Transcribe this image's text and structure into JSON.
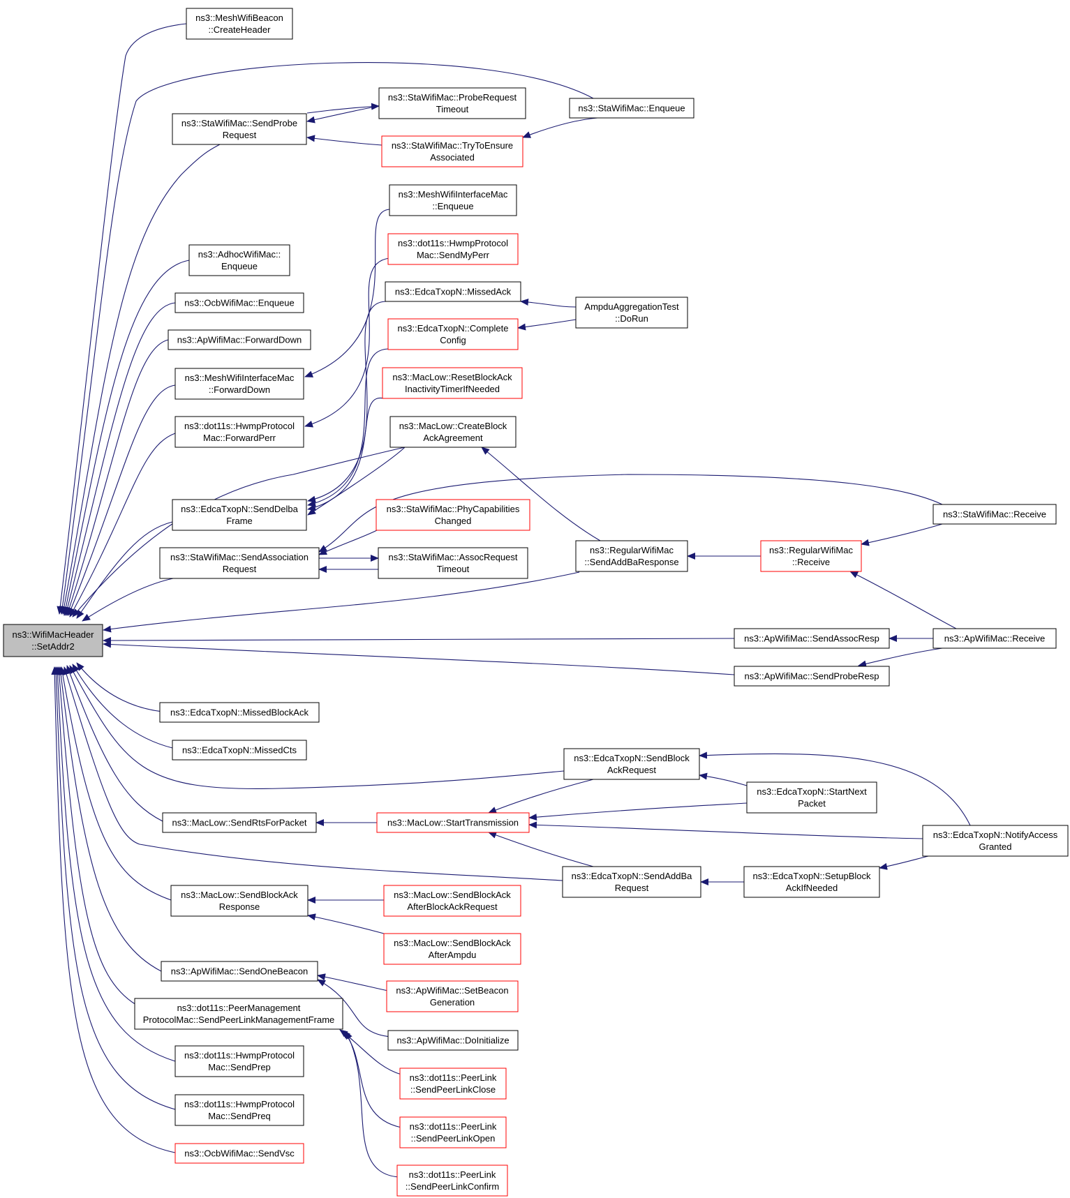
{
  "graph": {
    "title": "",
    "colors": {
      "edge": "#191970",
      "node_border": "#000000",
      "truncated_node_border": "#ff0000",
      "root_fill": "#bfbfbf",
      "background": "#ffffff"
    },
    "nodes": [
      {
        "id": "root",
        "lines": [
          "ns3::WifiMacHeader",
          "::SetAddr2"
        ],
        "style": "root"
      },
      {
        "id": "mesh_beacon_createheader",
        "lines": [
          "ns3::MeshWifiBeacon",
          "::CreateHeader"
        ],
        "style": "normal"
      },
      {
        "id": "sta_sendprobereq",
        "lines": [
          "ns3::StaWifiMac::SendProbe",
          "Request"
        ],
        "style": "normal"
      },
      {
        "id": "sta_probereqtimeout",
        "lines": [
          "ns3::StaWifiMac::ProbeRequest",
          "Timeout"
        ],
        "style": "normal"
      },
      {
        "id": "sta_trytoensure",
        "lines": [
          "ns3::StaWifiMac::TryToEnsure",
          "Associated"
        ],
        "style": "red"
      },
      {
        "id": "sta_enqueue",
        "lines": [
          "ns3::StaWifiMac::Enqueue"
        ],
        "style": "normal"
      },
      {
        "id": "meshif_enqueue",
        "lines": [
          "ns3::MeshWifiInterfaceMac",
          "::Enqueue"
        ],
        "style": "normal"
      },
      {
        "id": "hwmp_sendmyperr",
        "lines": [
          "ns3::dot11s::HwmpProtocol",
          "Mac::SendMyPerr"
        ],
        "style": "red"
      },
      {
        "id": "edca_missedack",
        "lines": [
          "ns3::EdcaTxopN::MissedAck"
        ],
        "style": "normal"
      },
      {
        "id": "ampdu_dorun",
        "lines": [
          "AmpduAggregationTest",
          "::DoRun"
        ],
        "style": "normal"
      },
      {
        "id": "edca_completeconfig",
        "lines": [
          "ns3::EdcaTxopN::Complete",
          "Config"
        ],
        "style": "red"
      },
      {
        "id": "adhoc_enqueue",
        "lines": [
          "ns3::AdhocWifiMac::",
          "Enqueue"
        ],
        "style": "normal"
      },
      {
        "id": "ocb_enqueue",
        "lines": [
          "ns3::OcbWifiMac::Enqueue"
        ],
        "style": "normal"
      },
      {
        "id": "ap_forwarddown",
        "lines": [
          "ns3::ApWifiMac::ForwardDown"
        ],
        "style": "normal"
      },
      {
        "id": "meshif_forwarddown",
        "lines": [
          "ns3::MeshWifiInterfaceMac",
          "::ForwardDown"
        ],
        "style": "normal"
      },
      {
        "id": "maclow_resetba",
        "lines": [
          "ns3::MacLow::ResetBlockAck",
          "InactivityTimerIfNeeded"
        ],
        "style": "red"
      },
      {
        "id": "hwmp_forwardperr",
        "lines": [
          "ns3::dot11s::HwmpProtocol",
          "Mac::ForwardPerr"
        ],
        "style": "normal"
      },
      {
        "id": "maclow_createba",
        "lines": [
          "ns3::MacLow::CreateBlock",
          "AckAgreement"
        ],
        "style": "normal"
      },
      {
        "id": "edca_senddelba",
        "lines": [
          "ns3::EdcaTxopN::SendDelba",
          "Frame"
        ],
        "style": "normal"
      },
      {
        "id": "sta_phycap",
        "lines": [
          "ns3::StaWifiMac::PhyCapabilities",
          "Changed"
        ],
        "style": "red"
      },
      {
        "id": "sta_receive",
        "lines": [
          "ns3::StaWifiMac::Receive"
        ],
        "style": "normal"
      },
      {
        "id": "sta_sendassoc",
        "lines": [
          "ns3::StaWifiMac::SendAssociation",
          "Request"
        ],
        "style": "normal"
      },
      {
        "id": "sta_assoctimeout",
        "lines": [
          "ns3::StaWifiMac::AssocRequest",
          "Timeout"
        ],
        "style": "normal"
      },
      {
        "id": "regular_sendaddba",
        "lines": [
          "ns3::RegularWifiMac",
          "::SendAddBaResponse"
        ],
        "style": "normal"
      },
      {
        "id": "regular_receive",
        "lines": [
          "ns3::RegularWifiMac",
          "::Receive"
        ],
        "style": "red"
      },
      {
        "id": "ap_sendassocresp",
        "lines": [
          "ns3::ApWifiMac::SendAssocResp"
        ],
        "style": "normal"
      },
      {
        "id": "ap_receive",
        "lines": [
          "ns3::ApWifiMac::Receive"
        ],
        "style": "normal"
      },
      {
        "id": "ap_sendproberesp",
        "lines": [
          "ns3::ApWifiMac::SendProbeResp"
        ],
        "style": "normal"
      },
      {
        "id": "edca_missedblockack",
        "lines": [
          "ns3::EdcaTxopN::MissedBlockAck"
        ],
        "style": "normal"
      },
      {
        "id": "edca_missedcts",
        "lines": [
          "ns3::EdcaTxopN::MissedCts"
        ],
        "style": "normal"
      },
      {
        "id": "edca_sendbar",
        "lines": [
          "ns3::EdcaTxopN::SendBlock",
          "AckRequest"
        ],
        "style": "normal"
      },
      {
        "id": "edca_startnext",
        "lines": [
          "ns3::EdcaTxopN::StartNext",
          "Packet"
        ],
        "style": "normal"
      },
      {
        "id": "maclow_sendrts",
        "lines": [
          "ns3::MacLow::SendRtsForPacket"
        ],
        "style": "normal"
      },
      {
        "id": "maclow_starttx",
        "lines": [
          "ns3::MacLow::StartTransmission"
        ],
        "style": "red"
      },
      {
        "id": "edca_notifyaccess",
        "lines": [
          "ns3::EdcaTxopN::NotifyAccess",
          "Granted"
        ],
        "style": "normal"
      },
      {
        "id": "edca_sendaddba",
        "lines": [
          "ns3::EdcaTxopN::SendAddBa",
          "Request"
        ],
        "style": "normal"
      },
      {
        "id": "edca_setupba",
        "lines": [
          "ns3::EdcaTxopN::SetupBlock",
          "AckIfNeeded"
        ],
        "style": "normal"
      },
      {
        "id": "maclow_sendbaresp",
        "lines": [
          "ns3::MacLow::SendBlockAck",
          "Response"
        ],
        "style": "normal"
      },
      {
        "id": "maclow_sendbaafterbar",
        "lines": [
          "ns3::MacLow::SendBlockAck",
          "AfterBlockAckRequest"
        ],
        "style": "red"
      },
      {
        "id": "maclow_sendbaafterampdu",
        "lines": [
          "ns3::MacLow::SendBlockAck",
          "AfterAmpdu"
        ],
        "style": "red"
      },
      {
        "id": "ap_sendonebeacon",
        "lines": [
          "ns3::ApWifiMac::SendOneBeacon"
        ],
        "style": "normal"
      },
      {
        "id": "ap_setbeacongen",
        "lines": [
          "ns3::ApWifiMac::SetBeacon",
          "Generation"
        ],
        "style": "red"
      },
      {
        "id": "peermgmt_send",
        "lines": [
          "ns3::dot11s::PeerManagement",
          "ProtocolMac::SendPeerLinkManagementFrame"
        ],
        "style": "normal"
      },
      {
        "id": "ap_doinitialize",
        "lines": [
          "ns3::ApWifiMac::DoInitialize"
        ],
        "style": "normal"
      },
      {
        "id": "hwmp_sendprep",
        "lines": [
          "ns3::dot11s::HwmpProtocol",
          "Mac::SendPrep"
        ],
        "style": "normal"
      },
      {
        "id": "peerlink_close",
        "lines": [
          "ns3::dot11s::PeerLink",
          "::SendPeerLinkClose"
        ],
        "style": "red"
      },
      {
        "id": "hwmp_sendpreq",
        "lines": [
          "ns3::dot11s::HwmpProtocol",
          "Mac::SendPreq"
        ],
        "style": "normal"
      },
      {
        "id": "peerlink_open",
        "lines": [
          "ns3::dot11s::PeerLink",
          "::SendPeerLinkOpen"
        ],
        "style": "red"
      },
      {
        "id": "ocb_sendvsc",
        "lines": [
          "ns3::OcbWifiMac::SendVsc"
        ],
        "style": "red"
      },
      {
        "id": "peerlink_confirm",
        "lines": [
          "ns3::dot11s::PeerLink",
          "::SendPeerLinkConfirm"
        ],
        "style": "red"
      }
    ]
  }
}
